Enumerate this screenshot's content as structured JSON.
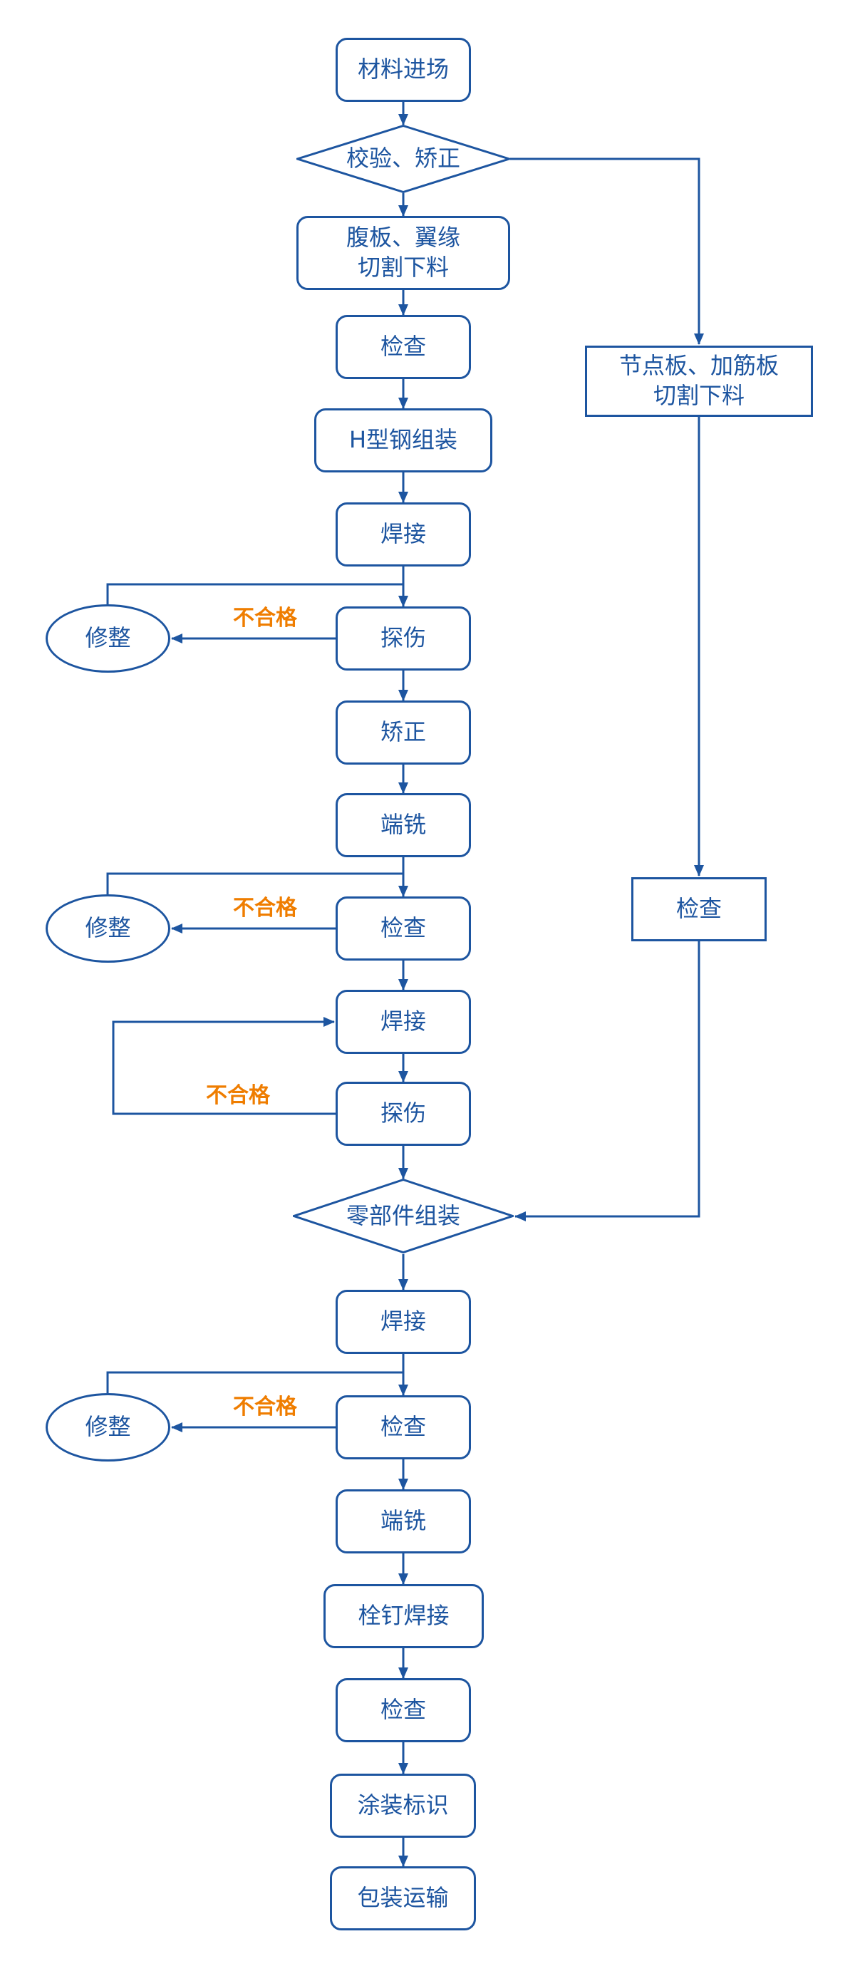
{
  "colors": {
    "line": "#1d55a0",
    "fail_text": "#ef7d00",
    "background": "#ffffff"
  },
  "nodes": {
    "material_entry": "材料进场",
    "verify_straighten": "校验、矫正",
    "web_flange_cutting_line1": "腹板、翼缘",
    "web_flange_cutting_line2": "切割下料",
    "inspect": "检查",
    "h_beam_assembly": "H型钢组装",
    "weld": "焊接",
    "flaw_detect": "探伤",
    "straighten": "矫正",
    "end_mill": "端铣",
    "parts_assembly": "零部件组装",
    "stud_welding": "栓钉焊接",
    "painting_marking": "涂装标识",
    "packing_transport": "包装运输",
    "gusset_cutting_line1": "节点板、加筋板",
    "gusset_cutting_line2": "切割下料",
    "repair": "修整",
    "fail": "不合格"
  }
}
